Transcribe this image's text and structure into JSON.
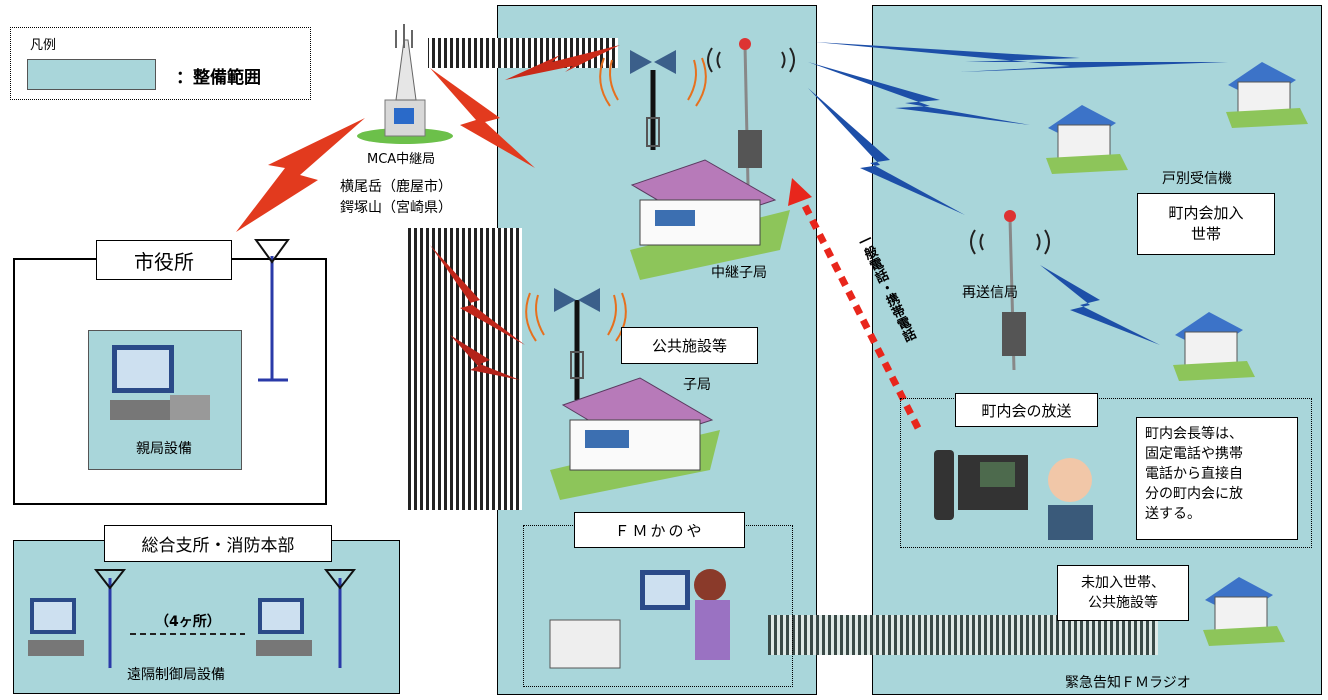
{
  "legend": {
    "title": "凡例",
    "item_label": "：整備範囲",
    "swatch_color": "#a9d6da"
  },
  "mca": {
    "name": "MCA中継局",
    "site1": "横尾岳（鹿屋市）",
    "site2": "鍔塚山（宮崎県）"
  },
  "city_hall": {
    "title": "市役所",
    "equipment": "親局設備"
  },
  "branch": {
    "title": "総合支所・消防本部",
    "count": "（4ヶ所）",
    "equipment": "遠隔制御局設備"
  },
  "center": {
    "relay_child": "中継子局",
    "public_facility": "公共施設等",
    "child": "子局",
    "fm_station": "ＦＭかのや",
    "phone_label": "一般電話・携帯電話"
  },
  "right": {
    "household_receiver": "戸別受信機",
    "member_households_line1": "町内会加入",
    "member_households_line2": "世帯",
    "retransmit": "再送信局",
    "broadcast_title": "町内会の放送",
    "broadcast_desc": [
      "町内会長等は、",
      "固定電話や携帯",
      "電話から直接自",
      "分の町内会に放",
      "送する。"
    ],
    "non_member_line1": "未加入世帯、",
    "non_member_line2": "公共施設等",
    "fm_radio": "緊急告知ＦＭラジオ"
  },
  "colors": {
    "zone": "#a9d6da",
    "signal_red": "#e23a1e",
    "signal_blue": "#1d4fa8",
    "phone_dotted": "#e8261c",
    "roof": "#b77ab9",
    "house_roof": "#3c73c8"
  }
}
